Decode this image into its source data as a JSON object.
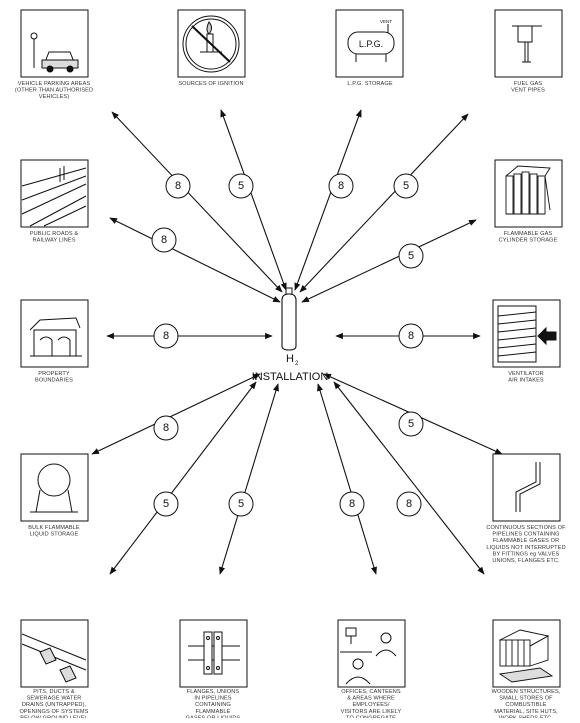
{
  "center": {
    "label": "INSTALLATION",
    "formula_main": "H",
    "formula_sub": "2"
  },
  "hazards": [
    {
      "id": "vehicle-parking",
      "caption": [
        "VEHICLE PARKING AREAS",
        "(OTHER THAN AUTHORISED",
        "VEHICLES)"
      ],
      "distance": "8",
      "icon": "car-icon"
    },
    {
      "id": "ignition",
      "caption": [
        "SOURCES OF IGNITION"
      ],
      "distance": "5",
      "icon": "flame-icon"
    },
    {
      "id": "lpg",
      "caption": [
        "L.P.G. STORAGE"
      ],
      "distance": "8",
      "icon": "lpg-tank-icon",
      "tank_text": "L.P.G.",
      "vent_text": "VENT"
    },
    {
      "id": "fuel-pipes",
      "caption": [
        "FUEL GAS",
        "VENT PIPES"
      ],
      "distance": "5",
      "icon": "vent-pipe-icon"
    },
    {
      "id": "public-roads",
      "caption": [
        "PUBLIC ROADS &",
        "RAILWAY LINES"
      ],
      "distance": "8",
      "icon": "road-icon"
    },
    {
      "id": "flammable-gas",
      "caption": [
        "FLAMMABLE GAS",
        "CYLINDER STORAGE"
      ],
      "distance": "5",
      "icon": "cylinder-rack-icon"
    },
    {
      "id": "property",
      "caption": [
        "PROPERTY",
        "BOUNDARIES"
      ],
      "distance": "8",
      "icon": "building-icon"
    },
    {
      "id": "ventilator",
      "caption": [
        "VENTILATOR",
        "AIR INTAKES"
      ],
      "distance": "8",
      "icon": "louvre-icon"
    },
    {
      "id": "bulk-liquid",
      "caption": [
        "BULK FLAMMABLE",
        "LIQUID STORAGE"
      ],
      "distance": "8",
      "icon": "sphere-tank-icon"
    },
    {
      "id": "pipelines",
      "caption": [
        "CONTINUOUS SECTIONS OF",
        "PIPELINES CONTAINING",
        "FLAMMABLE GASES OR",
        "LIQUIDS NOT INTERRUPTED",
        "BY FITTINGS eg VALVES",
        "UNIONS, FLANGES ETC."
      ],
      "distance": "5",
      "icon": "pipe-bend-icon"
    },
    {
      "id": "pits",
      "caption": [
        "PITS, DUCTS &",
        "SEWERAGE WATER",
        "DRAINS (UNTRAPPED),",
        "OPENINGS OF SYSTEMS",
        "BELOW GROUND LEVEL"
      ],
      "distance": "5",
      "icon": "duct-icon"
    },
    {
      "id": "flanges",
      "caption": [
        "FLANGES, UNIONS",
        "IN PIPELINES",
        "CONTAINING",
        "FLAMMABLE",
        "GASES OR LIQUIDS"
      ],
      "distance": "5",
      "icon": "flange-icon"
    },
    {
      "id": "offices",
      "caption": [
        "OFFICES, CANTEENS",
        "& AREAS WHERE",
        "EMPLOYEES/",
        "VISITORS ARE LIKELY",
        "TO CONGREGATE"
      ],
      "distance": "8",
      "icon": "people-icon"
    },
    {
      "id": "wooden",
      "caption": [
        "WOODEN STRUCTURES,",
        "SMALL STORES OF",
        "COMBUSTIBLE",
        "MATERIAL, SITE HUTS,",
        "WORK SHEDS ETC."
      ],
      "distance": "8",
      "icon": "shed-icon"
    }
  ]
}
